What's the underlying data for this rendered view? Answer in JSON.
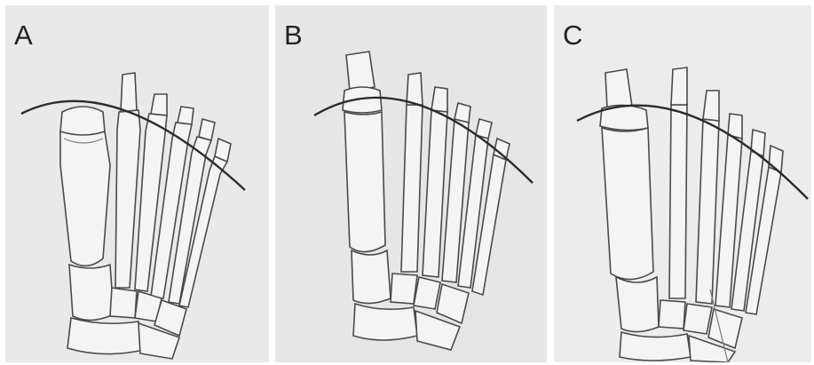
{
  "panels": [
    {
      "id": "a",
      "label": "A"
    },
    {
      "id": "b",
      "label": "B"
    },
    {
      "id": "c",
      "label": "C"
    }
  ],
  "colors": {
    "background": "#e9e9e9",
    "line": "#2b2b2b",
    "bone_fill": "#f4f4f4"
  }
}
